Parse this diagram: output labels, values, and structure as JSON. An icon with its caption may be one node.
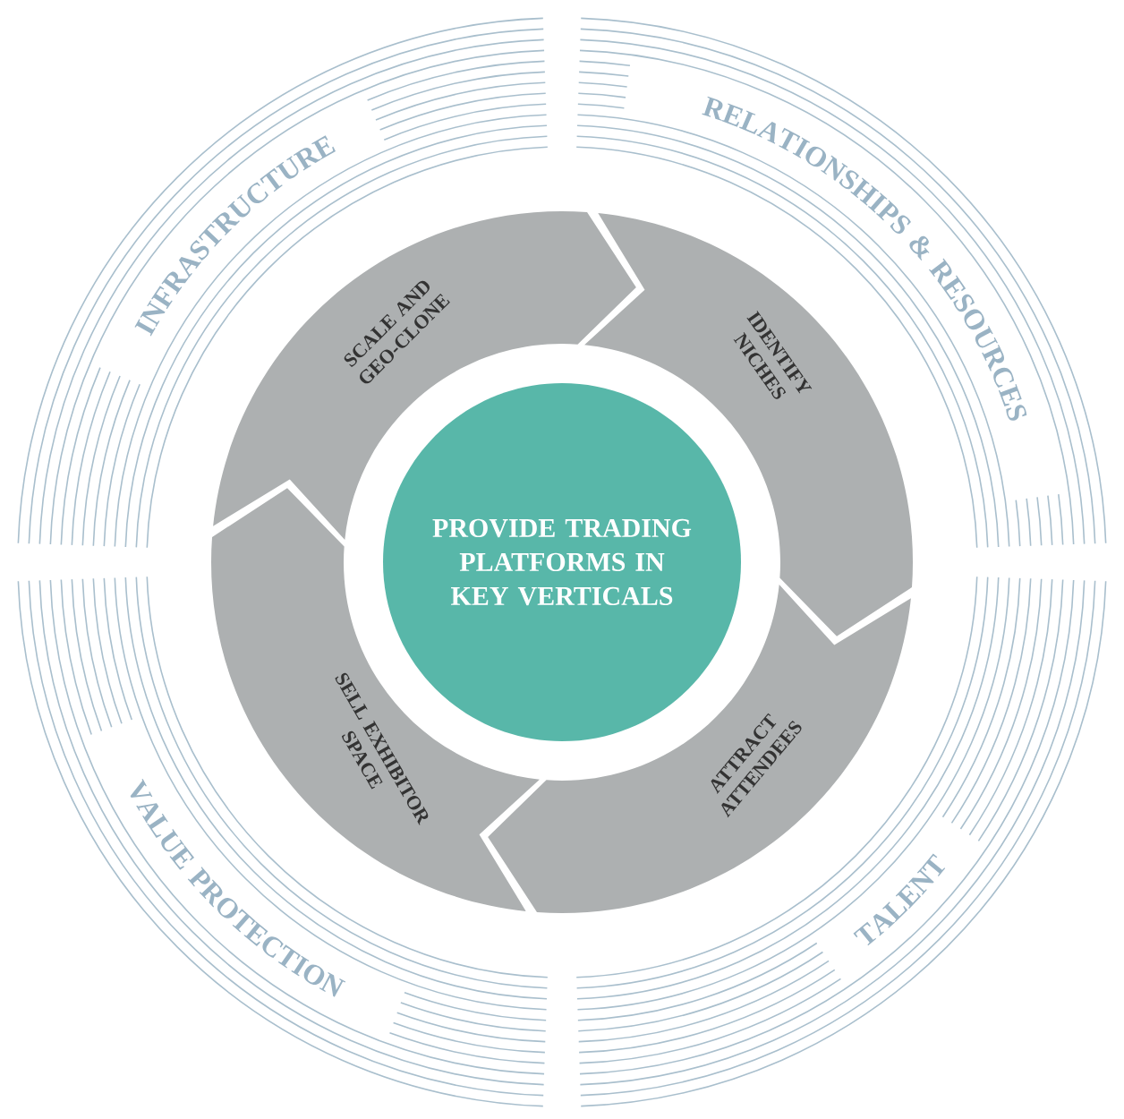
{
  "diagram": {
    "nodes": [
      {
        "text": [
          "PROVIDE TRADING PLATFORMS IN KEY VERTICALS"
        ]
      },
      {
        "text": [
          "SCALE AND GEO-CLONE"
        ]
      },
      {
        "text": [
          "IDENTIFY NICHES"
        ]
      },
      {
        "text": [
          "ATTRACT ATTENDEES"
        ]
      },
      {
        "text": [
          "SELL EXHIBITOR SPACE"
        ]
      },
      {
        "text": [
          "INFRASTRUCTURE"
        ]
      },
      {
        "text": [
          "RELATIONSHIPS & RESOURCES"
        ]
      },
      {
        "text": [
          "VALUE PROTECTION"
        ]
      },
      {
        "text": [
          "TALENT"
        ]
      }
    ]
  }
}
